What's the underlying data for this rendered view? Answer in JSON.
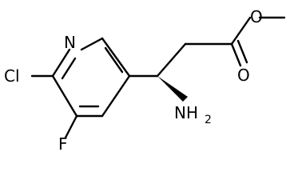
{
  "atoms": {
    "N": "N",
    "Cl": "Cl",
    "F": "F",
    "O_methoxy": "O",
    "O_carbonyl": "O",
    "NH2_main": "NH",
    "NH2_sub": "2"
  }
}
